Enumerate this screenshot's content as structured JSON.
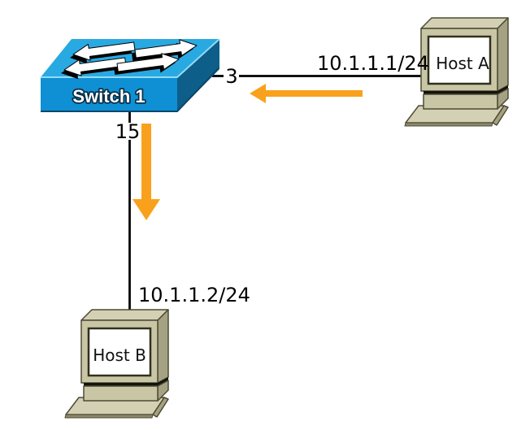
{
  "switch": {
    "label": "Switch 1",
    "ports": {
      "to_host_a": "3",
      "to_host_b": "15"
    }
  },
  "hosts": {
    "a": {
      "label": "Host A",
      "ip": "10.1.1.1/24"
    },
    "b": {
      "label": "Host B",
      "ip": "10.1.1.2/24"
    }
  },
  "traffic_arrows": {
    "toward_switch_on_host_a_link": {
      "direction": "left",
      "color": "#F9A11C"
    },
    "toward_host_b_on_host_b_link": {
      "direction": "down",
      "color": "#F9A11C"
    }
  },
  "colors": {
    "background": "#FFFFFF",
    "switch_top": "#29A9E2",
    "switch_front": "#0F90D4",
    "switch_side": "#0D5E88",
    "switch_label_fill": "#FFFFFF",
    "switch_label_outline": "#083049",
    "host_body": "#C9C6A6",
    "host_body_light": "#D3D0B4",
    "host_body_dark": "#A5A283",
    "host_outline": "#4D4B35",
    "host_screen": "#FFFFFF",
    "link_line": "#000000",
    "flow_arrow": "#F9A11C"
  }
}
